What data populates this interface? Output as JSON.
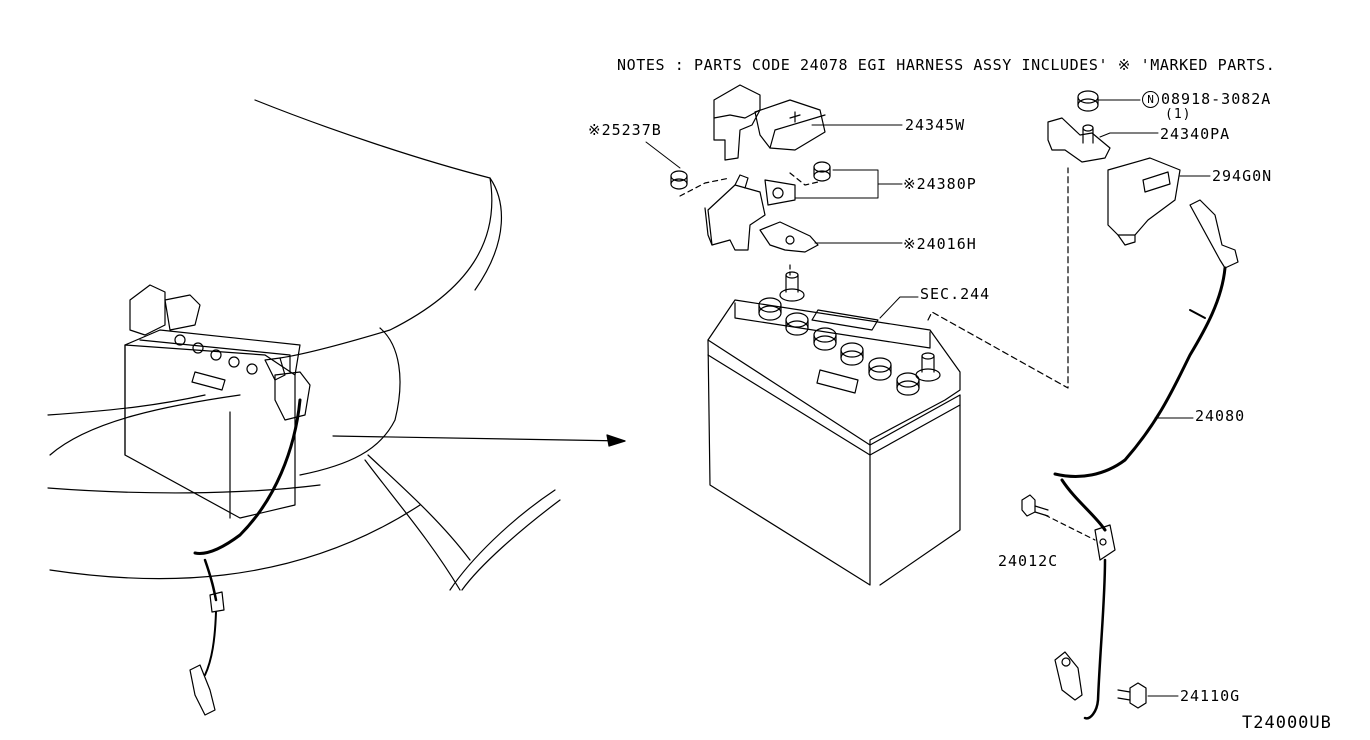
{
  "notes": "NOTES : PARTS CODE 24078 EGI HARNESS ASSY INCLUDES' ※ 'MARKED PARTS.",
  "drawing_number": "T24000UB",
  "labels": {
    "p25237b": "※25237B",
    "p24345w": "24345W",
    "p24380p": "※24380P",
    "p24016h": "※24016H",
    "sec244": "SEC.244",
    "p08918_symbol": "N",
    "p08918": "08918-3082A",
    "p08918_qty": "(1)",
    "p24340pa": "24340PA",
    "p294g0n": "294G0N",
    "p24080": "24080",
    "p24012c": "24012C",
    "p24110g": "24110G"
  }
}
